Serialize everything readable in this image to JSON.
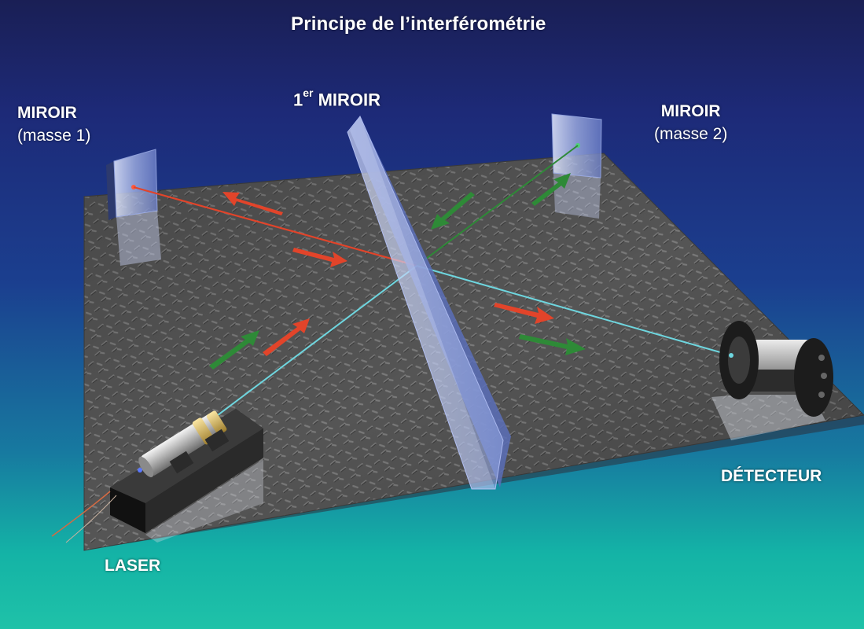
{
  "title": "Principe de l’interférométrie",
  "labels": {
    "mirror1_line1": "MIROIR",
    "mirror1_line2": "(masse 1)",
    "first_mirror_num": "1",
    "first_mirror_sup": "er",
    "first_mirror_word": "MIROIR",
    "mirror2_line1": "MIROIR",
    "mirror2_line2": "(masse 2)",
    "laser": "LASER",
    "detector": "DÉTECTEUR"
  },
  "colors": {
    "red_beam": "#e2442a",
    "green_beam": "#2e8a37",
    "cyan_beam": "#6ed6df",
    "plate": "#5a5a5a",
    "mirror_glass": "#b9c6ee"
  }
}
